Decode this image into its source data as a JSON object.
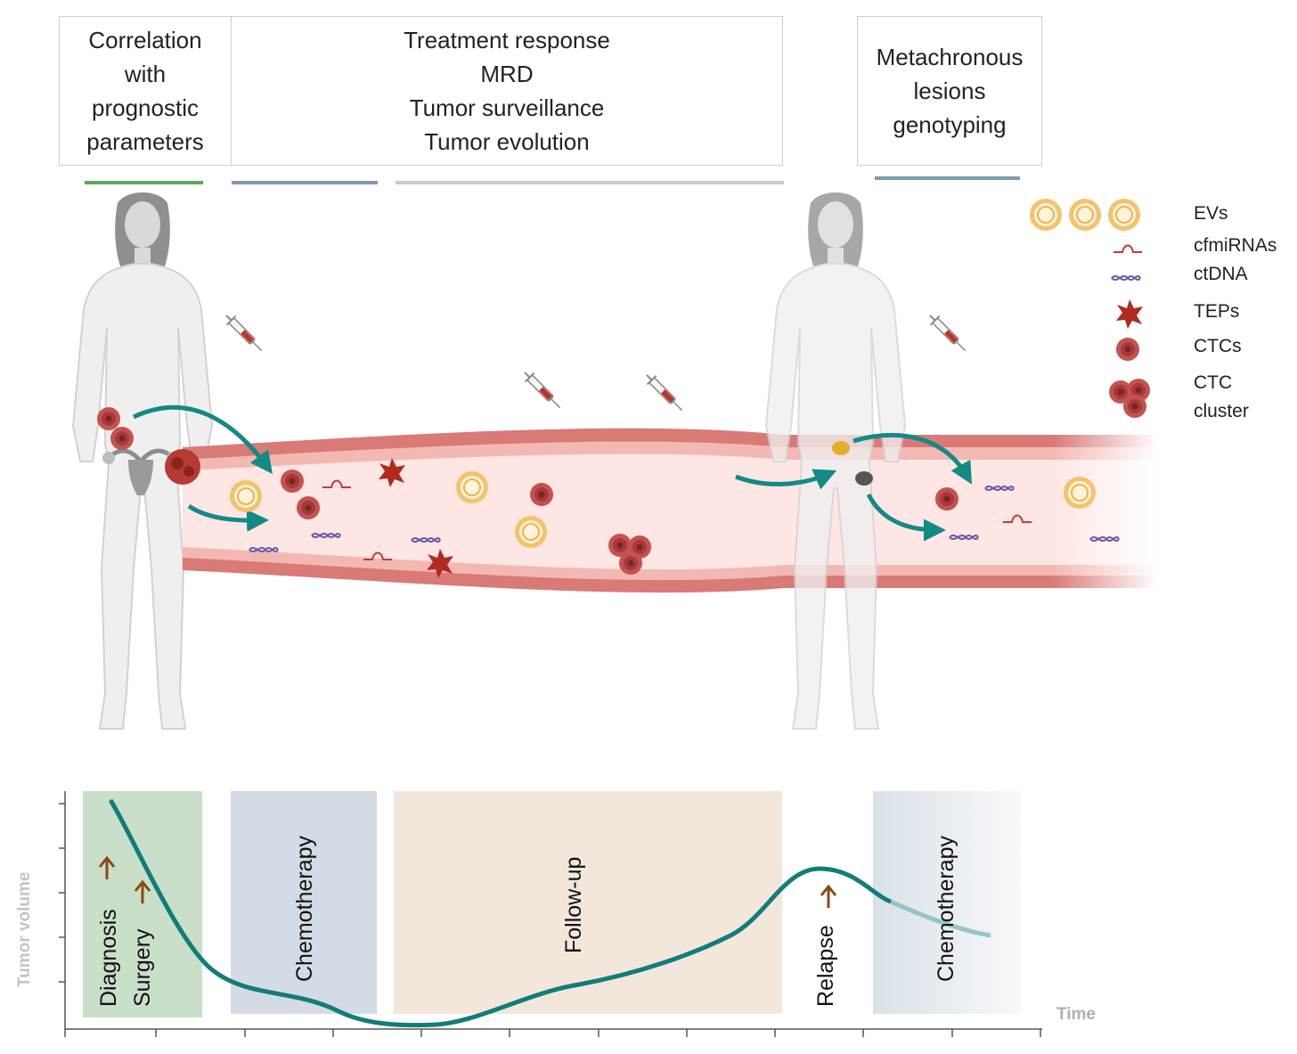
{
  "header_boxes": [
    {
      "lines": [
        "Correlation",
        "with",
        "prognostic",
        "parameters"
      ]
    },
    {
      "lines": [
        "Treatment response",
        "MRD",
        "Tumor surveillance",
        "Tumor evolution"
      ]
    },
    {
      "lines": [
        "Metachronous",
        "lesions",
        "genotyping"
      ]
    }
  ],
  "legend": {
    "items": [
      {
        "label": "EVs",
        "icon": "extracellular-vesicle-icon"
      },
      {
        "label": "cfmiRNAs",
        "icon": "mirna-icon"
      },
      {
        "label": "ctDNA",
        "icon": "dna-helix-icon"
      },
      {
        "label": "TEPs",
        "icon": "platelet-icon"
      },
      {
        "label": "CTCs",
        "icon": "tumor-cell-icon"
      },
      {
        "label": "CTC cluster",
        "lines": [
          "CTC",
          "cluster"
        ],
        "icon": "cell-cluster-icon"
      }
    ]
  },
  "phases": [
    {
      "label": "Diagnosis",
      "color": "#c9dfc9"
    },
    {
      "label": "Surgery",
      "color": "#c9dfc9"
    },
    {
      "label": "Chemotherapy",
      "color": "#d3dbe4"
    },
    {
      "label": "Follow-up",
      "color": "#f3e7dc"
    },
    {
      "label": "Relapse",
      "color": "#ffffff"
    },
    {
      "label": "Chemotherapy",
      "color": "#dde4ea"
    }
  ],
  "axes": {
    "y_label": "Tumor volume",
    "x_label": "Time"
  },
  "colors": {
    "curve": "#127d78",
    "arrow": "#128a86",
    "vessel_wall": "#d87a78",
    "vessel_inner": "#fce5e3",
    "event_arrow": "#8a4a14"
  }
}
